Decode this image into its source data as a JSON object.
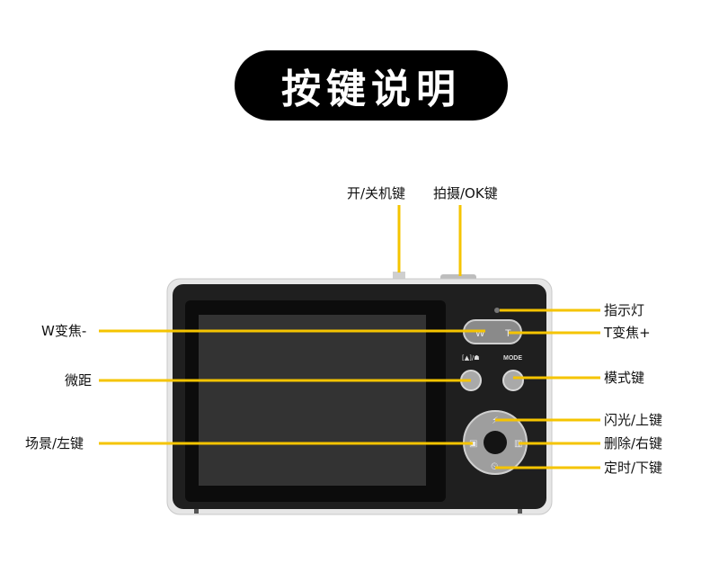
{
  "title": "按键说明",
  "labels": {
    "power": "开/关机键",
    "shutter": "拍摄/OK键",
    "indicator": "指示灯",
    "w_zoom": "W变焦-",
    "t_zoom": "T变焦+",
    "macro": "微距",
    "mode_key": "模式键",
    "flash_up": "闪光/上键",
    "scene_left": "场景/左键",
    "delete_right": "删除/右键",
    "timer_down": "定时/下键"
  },
  "camera": {
    "macro_mark": "[▲]/☗",
    "mode_mark": "MODE",
    "w_mark": "W",
    "t_mark": "T"
  },
  "colors": {
    "leader": "#f5c400",
    "title_bg": "#000000",
    "title_text": "#ffffff",
    "body": "#1f1f1f",
    "frame": "#dcdcdc"
  }
}
